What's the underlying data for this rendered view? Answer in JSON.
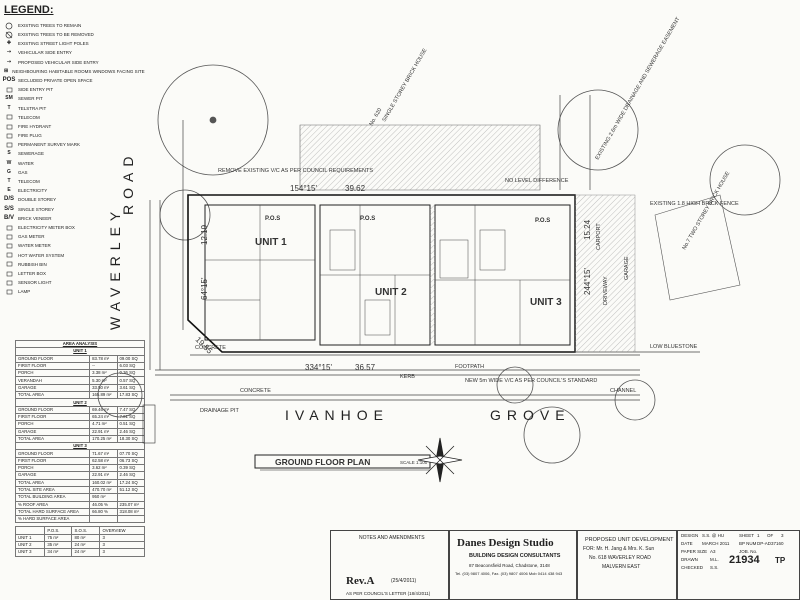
{
  "legend": {
    "title": "LEGEND:",
    "items": [
      {
        "sym": "circle",
        "text": "EXISTING TREES TO REMAIN"
      },
      {
        "sym": "circle-x",
        "text": "EXISTING TREES TO BE REMOVED"
      },
      {
        "sym": "cross",
        "text": "EXISTING STREET LIGHT POLES"
      },
      {
        "sym": "arrow",
        "text": "VEHICULAR SIDE ENTRY"
      },
      {
        "sym": "arrow2",
        "text": "PROPOSED VEHICULAR SIDE ENTRY"
      },
      {
        "sym": "H",
        "text": "NEIGHBOURING HABITABLE ROOMS WINDOWS FACING SITE"
      },
      {
        "sym": "POS",
        "text": "SECLUDED PRIVATE OPEN SPACE"
      },
      {
        "sym": "square",
        "text": "SIDE ENTRY PIT"
      },
      {
        "sym": "SM",
        "text": "SEWER PIT"
      },
      {
        "sym": "T",
        "text": "TELSTRA PIT"
      },
      {
        "sym": "square",
        "text": "TELECOM"
      },
      {
        "sym": "square",
        "text": "FIRE HYDRANT"
      },
      {
        "sym": "square",
        "text": "FIRE PLUG"
      },
      {
        "sym": "square",
        "text": "PERMANENT SURVEY MARK"
      },
      {
        "sym": "S",
        "text": "SEWERAGE"
      },
      {
        "sym": "W",
        "text": "WATER"
      },
      {
        "sym": "G",
        "text": "GAS"
      },
      {
        "sym": "T",
        "text": "TELECOM"
      },
      {
        "sym": "E",
        "text": "ELECTRICITY"
      },
      {
        "sym": "D/S",
        "text": "DOUBLE STOREY"
      },
      {
        "sym": "S/S",
        "text": "SINGLE STOREY"
      },
      {
        "sym": "B/V",
        "text": "BRICK VENEER"
      },
      {
        "sym": "square",
        "text": "ELECTRICITY METER BOX"
      },
      {
        "sym": "square",
        "text": "GAS METER"
      },
      {
        "sym": "square",
        "text": "WATER METER"
      },
      {
        "sym": "square",
        "text": "HOT WATER SYSTEM"
      },
      {
        "sym": "square",
        "text": "RUBBISH BIN"
      },
      {
        "sym": "square",
        "text": "LETTER BOX"
      },
      {
        "sym": "square",
        "text": "SENSOR LIGHT"
      },
      {
        "sym": "square",
        "text": "LAMP"
      }
    ]
  },
  "area_analysis": {
    "title": "AREA ANALYSIS",
    "units": [
      {
        "name": "UNIT 1",
        "rows": [
          [
            "GROUND FLOOR",
            "83.78 m²",
            "09.00 SQ"
          ],
          [
            "FIRST FLOOR",
            "--",
            "6.03 SQ"
          ],
          [
            "PORCH",
            "3.38 m²",
            "0.36 SQ"
          ],
          [
            "VERANDAH",
            "5.30 m²",
            "0.57 SQ"
          ],
          [
            "GARAGE",
            "33.50 m²",
            "3.61 SQ"
          ]
        ],
        "total": [
          "TOTAL AREA",
          "165.89 m²",
          "17.83 SQ"
        ]
      },
      {
        "name": "UNIT 2",
        "rows": [
          [
            "GROUND FLOOR",
            "69.46 m²",
            "7.47 SQ"
          ],
          [
            "FIRST FLOOR",
            "65.24 m²",
            "7.01 SQ"
          ],
          [
            "PORCH",
            "4.71 m²",
            "0.51 SQ"
          ],
          [
            "GARAGE",
            "22.91 m²",
            "2.46 SQ"
          ]
        ],
        "total": [
          "TOTAL AREA",
          "170.25 m²",
          "18.30 SQ"
        ]
      },
      {
        "name": "UNIT 3",
        "rows": [
          [
            "GROUND FLOOR",
            "71.67 m²",
            "07.70 SQ"
          ],
          [
            "FIRST FLOOR",
            "62.58 m²",
            "06.73 SQ"
          ],
          [
            "PORCH",
            "3.62 m²",
            "0.39 SQ"
          ],
          [
            "GARAGE",
            "22.91 m²",
            "2.46 SQ"
          ]
        ],
        "total": [
          "TOTAL AREA",
          "160.02 m²",
          "17.24 SQ"
        ]
      }
    ],
    "site": [
      [
        "TOTAL SITE AREA",
        "470.70 m²",
        "51.12 SQ"
      ],
      [
        "TOTAL BUILDING AREA",
        "950 m²",
        ""
      ],
      [
        "% ROOF AREA",
        "46.05 %",
        "235.07 m²"
      ],
      [
        "TOTAL HARD SURFACE AREA",
        "66.80 %",
        "318.08 m²"
      ],
      [
        "% HARD SURFACE AREA",
        "",
        ""
      ]
    ],
    "pos_header": [
      "",
      "P.O.S.",
      "S.O.S.",
      "OVERVIEW"
    ],
    "pos_rows": [
      [
        "UNIT 1",
        "75 m²",
        "80 m²",
        "3"
      ],
      [
        "UNIT 2",
        "35 m²",
        "24 m²",
        "3"
      ],
      [
        "UNIT 3",
        "34 m²",
        "24 m²",
        "3"
      ]
    ]
  },
  "plan": {
    "road_waverley": "WAVERLEY",
    "road_road": "ROAD",
    "road_ivanhoe": "IVANHOE",
    "road_grove": "GROVE",
    "unit1": "UNIT 1",
    "unit2": "UNIT 2",
    "unit3": "UNIT 3",
    "pos1": "P.O.S",
    "pos2": "P.O.S",
    "pos3": "P.O.S",
    "dim_top1": "154°15'",
    "dim_top2": "39.62",
    "dim_bottom1": "334°15'",
    "dim_bottom2": "36.57",
    "dim_left1": "64°15'",
    "dim_left2": "12.19",
    "dim_right1": "244°15'",
    "dim_right2": "15.24",
    "dim_corner": "19.55",
    "concrete_top": "CONCRETE",
    "concrete_bottom": "CONCRETE",
    "footpath": "FOOTPATH",
    "kerb": "KERB",
    "channel": "CHANNEL",
    "low_bluestone": "LOW BLUESTONE",
    "driveway": "DRIVEWAY",
    "carport": "CARPORT",
    "garage": "GARAGE",
    "single_storey": "SINGLE STOREY BRICK HOUSE",
    "no620": "No. 620",
    "two_storey": "No.7 TWO STOREY BRICK HOUSE",
    "existing_fence": "EXISTING 1.8 HIGH BRICK FENCE",
    "easement": "EXISTING 2.6m WIDE DRAINAGE AND SEWERAGE EASEMENT",
    "trees_note": "NO LEVEL DIFFERENCE",
    "removal_note": "REMOVE EXISTING V/C AS PER COUNCIL REQUIREMENTS",
    "new_vc_note": "NEW 5m WIDE V/C AS PER COUNCIL'S STANDARD",
    "drainage_pit": "DRAINAGE PIT",
    "plan_title": "GROUND FLOOR PLAN",
    "scale": "SCALE 1:100"
  },
  "title_block": {
    "notes_title": "NOTES AND AMENDMENTS",
    "rev": "Rev.A",
    "rev_date": "(25/4/2011)",
    "rev_note": "AS PER COUNCIL'S LETTER (18/4/2011)",
    "firm": "Danes Design Studio",
    "firm_sub": "BUILDING DESIGN CONSULTANTS",
    "firm_addr": "87 Beaconsfield Road, Chadstone, 3148",
    "firm_contact": "Tel. (03) 9807 4006, Fax. (03) 9807 4006 Mob 0414 438 943",
    "project": "PROPOSED UNIT DEVELOPMENT",
    "client": "FOR: Mr. H. Jang & Mrs. K. Sun",
    "address": "No. 618 WAVERLEY ROAD",
    "suburb": "MALVERN EAST",
    "design_lbl": "DESIGN",
    "design_val": "S.S. @ HU",
    "sheet_lbl": "SHEET",
    "sheet_val": "1",
    "sheet_of": "OF",
    "sheet_tot": "3",
    "date_lbl": "DATE",
    "date_val": "MARCH 2011",
    "bp_lbl": "BP NUM",
    "bp_val": "DP-AD37160",
    "paper_lbl": "PAPER SIZE",
    "paper_val": "A3",
    "job_lbl": "JOB. No.",
    "drawn_lbl": "DRAWN",
    "drawn_val": "M.L.",
    "checked_lbl": "CHECKED",
    "checked_val": "S.S.",
    "job_no": "21934",
    "job_suffix": "TP"
  }
}
